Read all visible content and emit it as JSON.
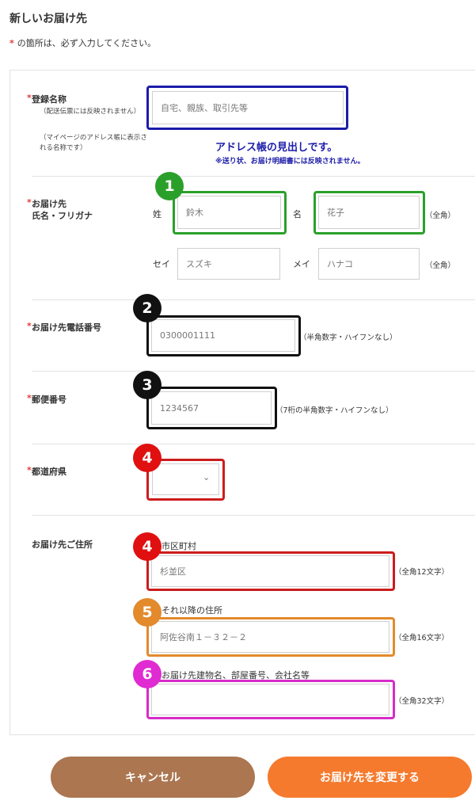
{
  "page": {
    "title": "新しいお届け先",
    "required_note": "の箇所は、必ず入力してください。",
    "required_star": "*"
  },
  "fields": {
    "registration_name": {
      "label": "登録名称",
      "note1": "（配送伝票には反映されません）",
      "note2": "（マイページのアドレス帳に表示される名称です）",
      "placeholder": "自宅、親族、取引先等",
      "annotation_main": "アドレス帳の見出しです。",
      "annotation_sub": "※送り状、お届け明細書には反映されません。"
    },
    "name": {
      "label_line1": "お届け先",
      "label_line2": "氏名・フリガナ",
      "sei_label": "姓",
      "mei_label": "名",
      "sei_value": "鈴木",
      "mei_value": "花子",
      "sei_kana_label": "セイ",
      "mei_kana_label": "メイ",
      "sei_kana_value": "スズキ",
      "mei_kana_value": "ハナコ",
      "zenkaku_hint": "（全角）",
      "zenkaku_hint2": "（全角）"
    },
    "phone": {
      "label": "お届け先電話番号",
      "value": "0300001111",
      "hint": "（半角数字・ハイフンなし）"
    },
    "postal": {
      "label": "郵便番号",
      "value": "1234567",
      "hint": "（7桁の半角数字・ハイフンなし）"
    },
    "prefecture": {
      "label": "都道府県",
      "value": ""
    },
    "address": {
      "label": "お届け先ご住所",
      "city_label": "市区町村",
      "city_value": "杉並区",
      "city_hint": "（全角12文字）",
      "street_label": "それ以降の住所",
      "street_value": "阿佐谷南１－３２－２",
      "street_hint": "（全角16文字）",
      "building_label": "お届け先建物名、部屋番号、会社名等",
      "building_value": "",
      "building_hint": "（全角32文字）"
    }
  },
  "badges": {
    "b1": "1",
    "b2": "2",
    "b3": "3",
    "b4a": "4",
    "b4b": "4",
    "b5": "5",
    "b6": "6"
  },
  "buttons": {
    "cancel": "キャンセル",
    "submit": "お届け先を変更する"
  },
  "colors": {
    "cancel_button": "#ab7650",
    "submit_button": "#f57a2d",
    "required_star": "#e03a3a",
    "annotation_blue": "#1c1caa"
  }
}
